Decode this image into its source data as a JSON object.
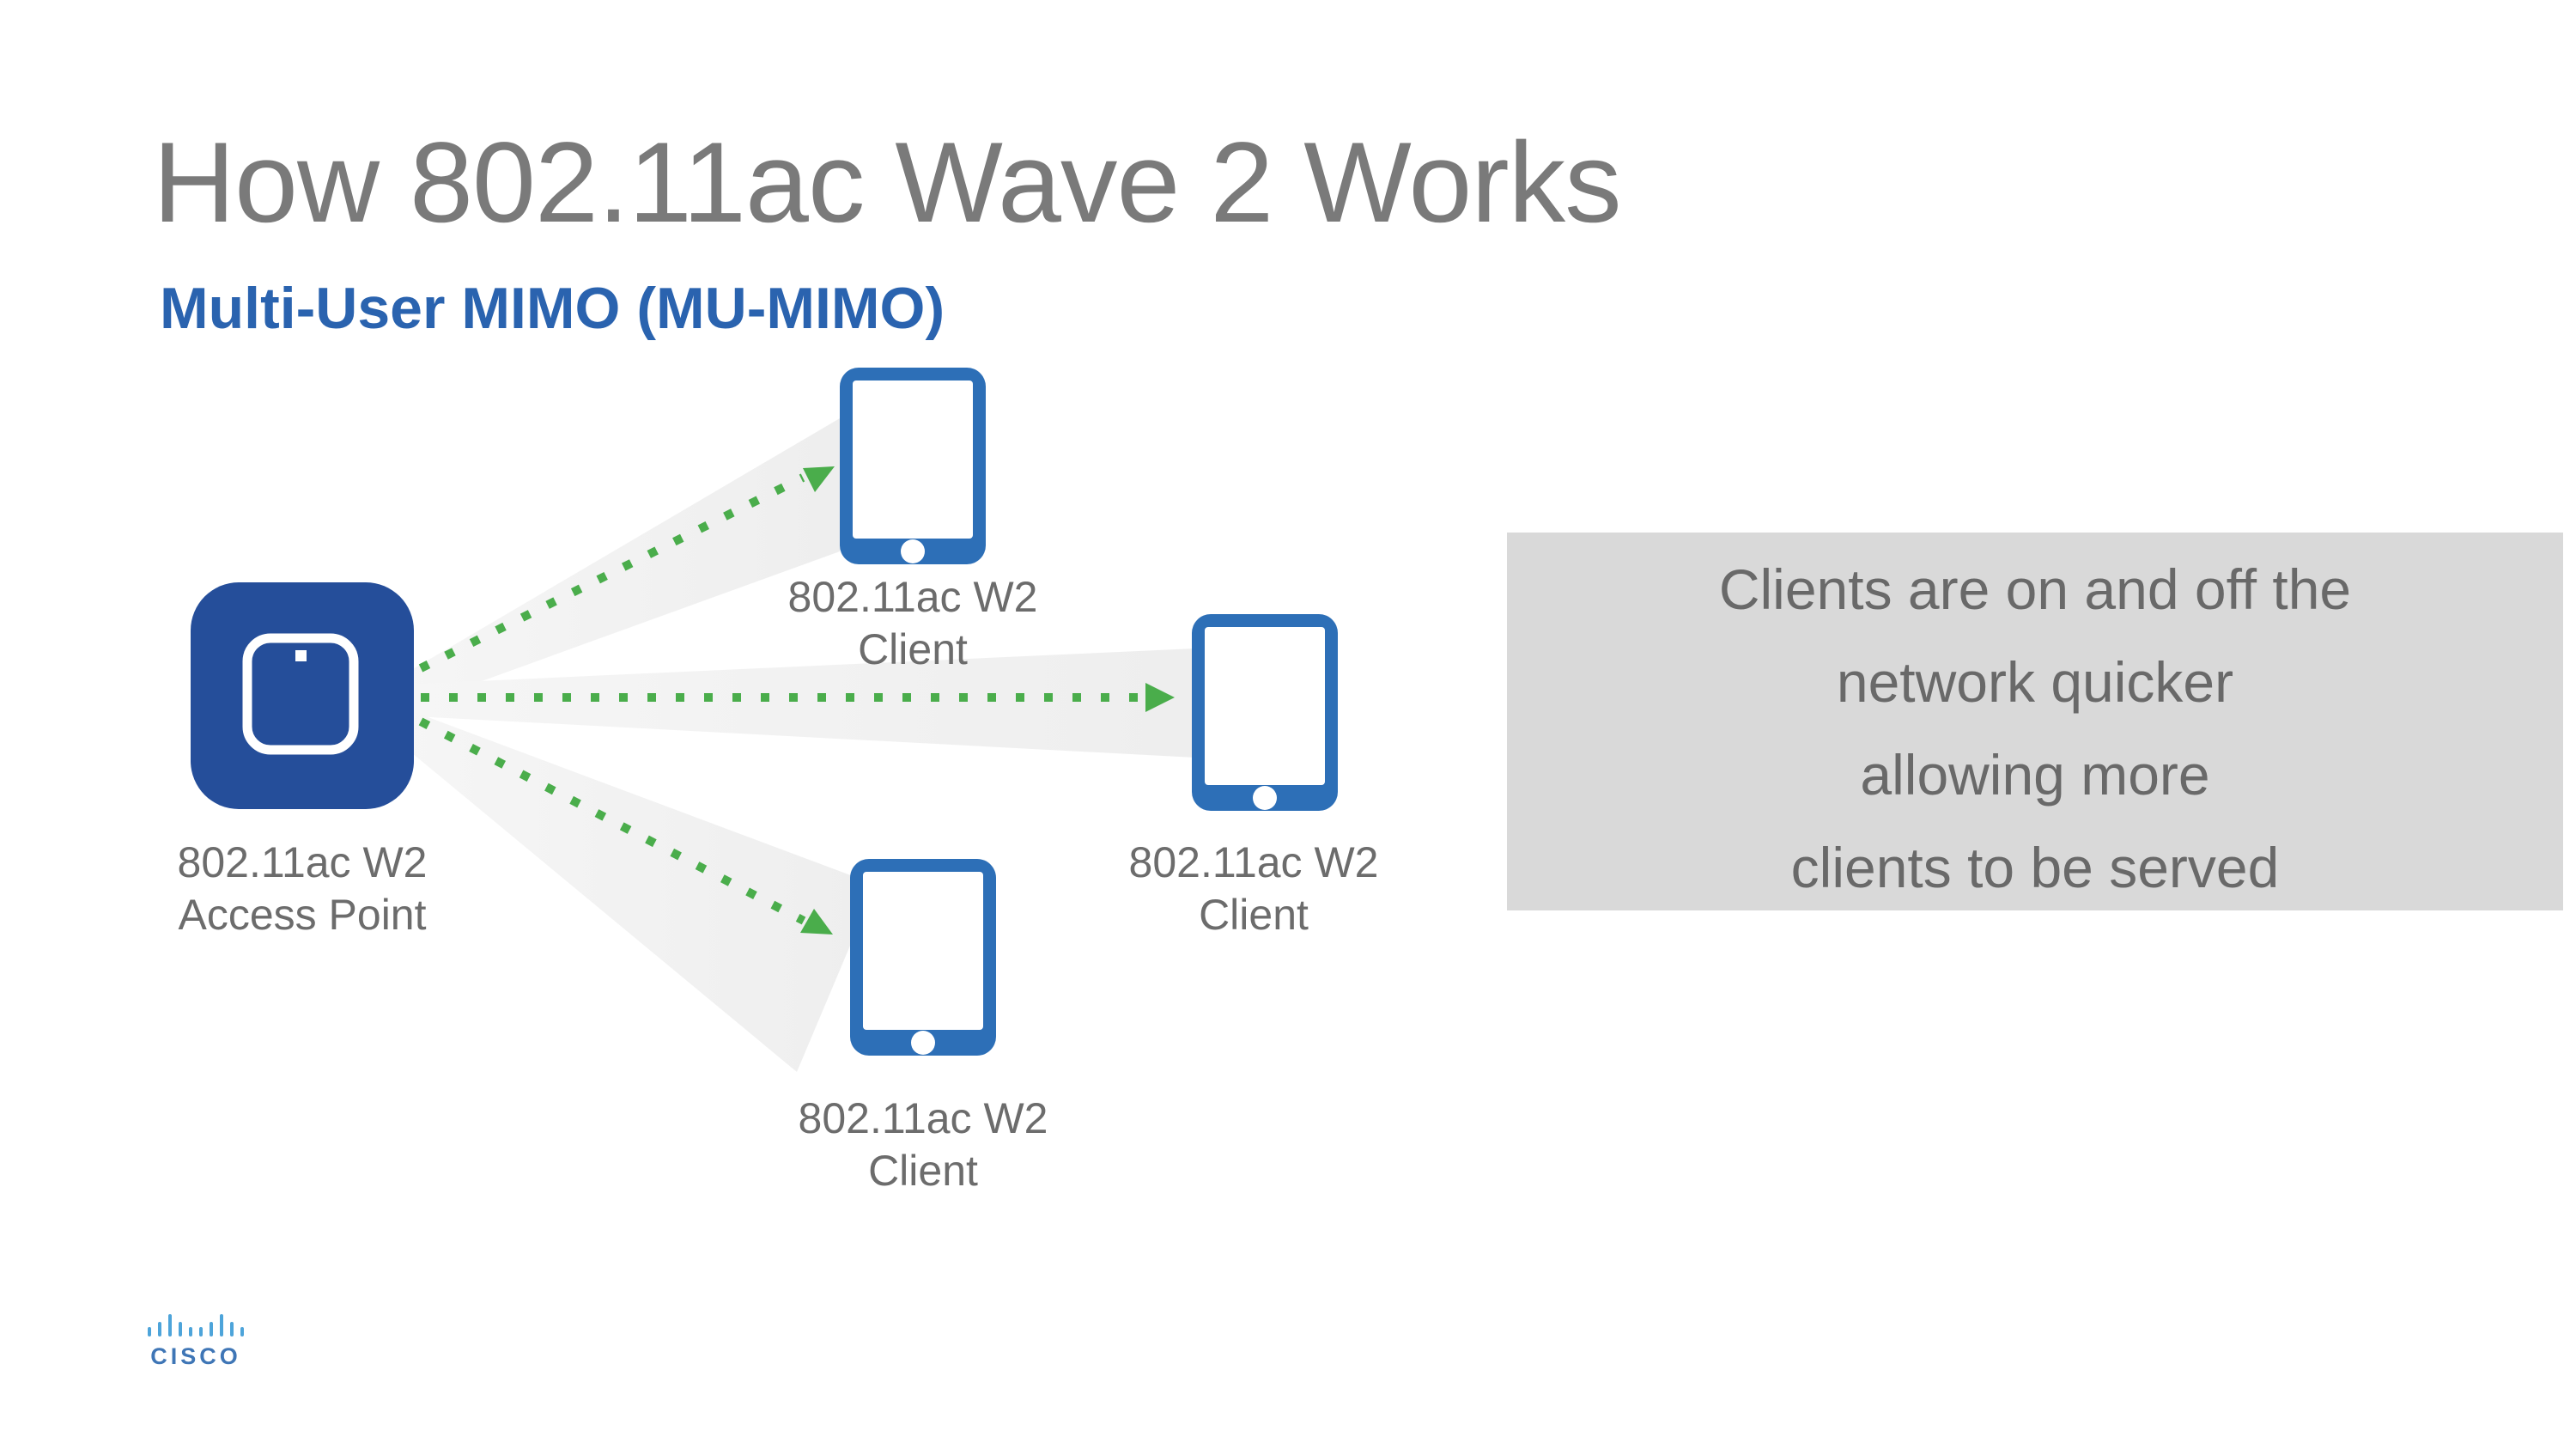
{
  "slide": {
    "title": "How 802.11ac Wave 2 Works",
    "subtitle": "Multi-User MIMO (MU-MIMO)",
    "diagram": {
      "access_point": {
        "icon": "access-point-icon",
        "line1": "802.11ac W2",
        "line2": "Access Point"
      },
      "client_top": {
        "icon": "tablet-icon",
        "line1": "802.11ac W2",
        "line2": "Client"
      },
      "client_right": {
        "icon": "tablet-icon",
        "line1": "802.11ac W2",
        "line2": "Client"
      },
      "client_bottom": {
        "icon": "tablet-icon",
        "line1": "802.11ac W2",
        "line2": "Client"
      },
      "colors": {
        "access_point_blue": "#254e9a",
        "client_blue": "#2d6fb7",
        "arrow_green": "#4aad4b",
        "beam_gray": "#f1f1f1"
      }
    },
    "callout": {
      "line1": "Clients are on and off the",
      "line2": "network quicker",
      "line3": "allowing more",
      "line4": "clients to be served",
      "bg_color": "#d9d9d9",
      "text_color": "#696969"
    },
    "footer": {
      "brand_icon": "cisco-bridge-bars-icon",
      "brand": "CISCO"
    }
  }
}
